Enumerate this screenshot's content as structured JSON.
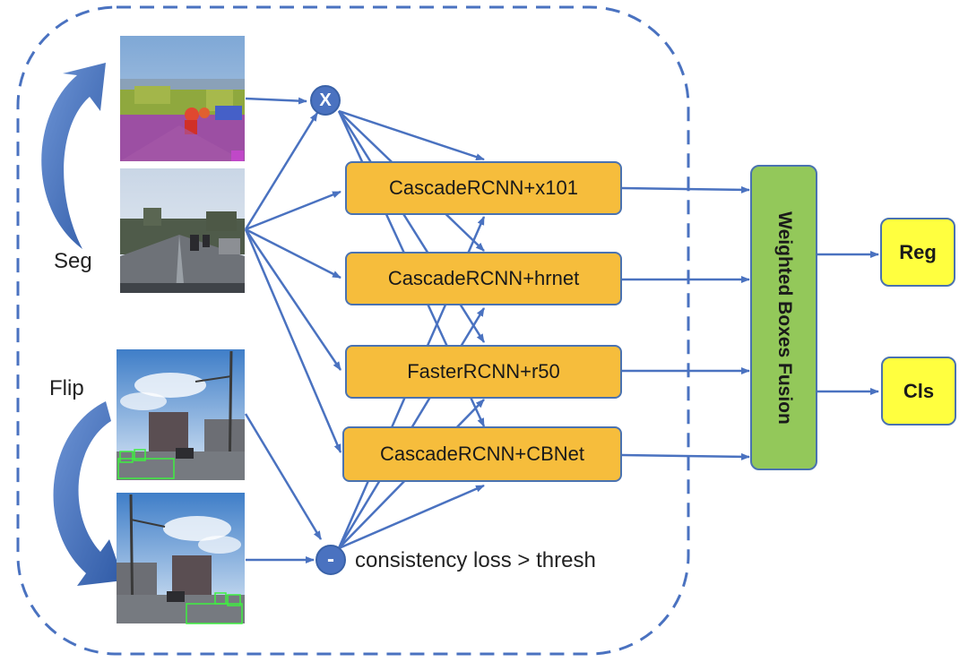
{
  "labels": {
    "seg": "Seg",
    "flip": "Flip",
    "consistency": "consistency loss > thresh"
  },
  "operators": {
    "multiply": "X",
    "subtract": "-"
  },
  "models": [
    "CascadeRCNN+x101",
    "CascadeRCNN+hrnet",
    "FasterRCNN+r50",
    "CascadeRCNN+CBNet"
  ],
  "fusion": {
    "label": "Weighted Boxes Fusion"
  },
  "outputs": {
    "reg": "Reg",
    "cls": "Cls"
  },
  "colors": {
    "arrow": "#4a72c0",
    "dashed_border": "#4a72c0",
    "model_fill": "#f6bd3c",
    "fusion_fill": "#93c85a",
    "output_fill": "#ffff3f"
  },
  "icons": {
    "curved_arrows": [
      "curved-arrow-seg-icon",
      "curved-arrow-flip-icon"
    ],
    "images": [
      "segmentation-image",
      "road-scene-image",
      "street-scene-image",
      "flipped-street-scene-image"
    ]
  }
}
